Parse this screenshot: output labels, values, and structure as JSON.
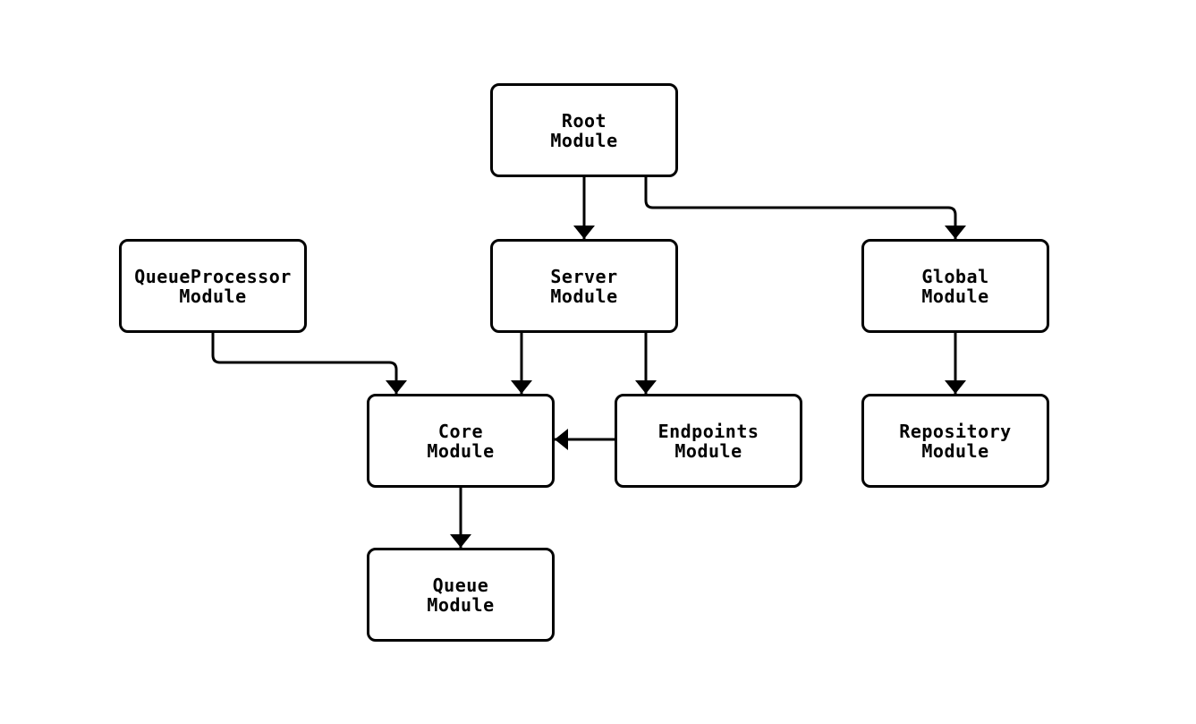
{
  "diagram": {
    "type": "module-dependency-flowchart",
    "colors": {
      "background": "#ffffff",
      "stroke": "#000000",
      "node-fill": "#ffffff"
    },
    "nodes": [
      {
        "id": "root",
        "line1": "Root",
        "line2": "Module"
      },
      {
        "id": "queueprocessor",
        "line1": "QueueProcessor",
        "line2": "Module"
      },
      {
        "id": "server",
        "line1": "Server",
        "line2": "Module"
      },
      {
        "id": "global",
        "line1": "Global",
        "line2": "Module"
      },
      {
        "id": "core",
        "line1": "Core",
        "line2": "Module"
      },
      {
        "id": "endpoints",
        "line1": "Endpoints",
        "line2": "Module"
      },
      {
        "id": "repository",
        "line1": "Repository",
        "line2": "Module"
      },
      {
        "id": "queue",
        "line1": "Queue",
        "line2": "Module"
      }
    ],
    "edges": [
      {
        "from": "root",
        "to": "server"
      },
      {
        "from": "root",
        "to": "global"
      },
      {
        "from": "queueprocessor",
        "to": "core"
      },
      {
        "from": "server",
        "to": "core"
      },
      {
        "from": "server",
        "to": "endpoints"
      },
      {
        "from": "endpoints",
        "to": "core"
      },
      {
        "from": "global",
        "to": "repository"
      },
      {
        "from": "core",
        "to": "queue"
      }
    ]
  }
}
